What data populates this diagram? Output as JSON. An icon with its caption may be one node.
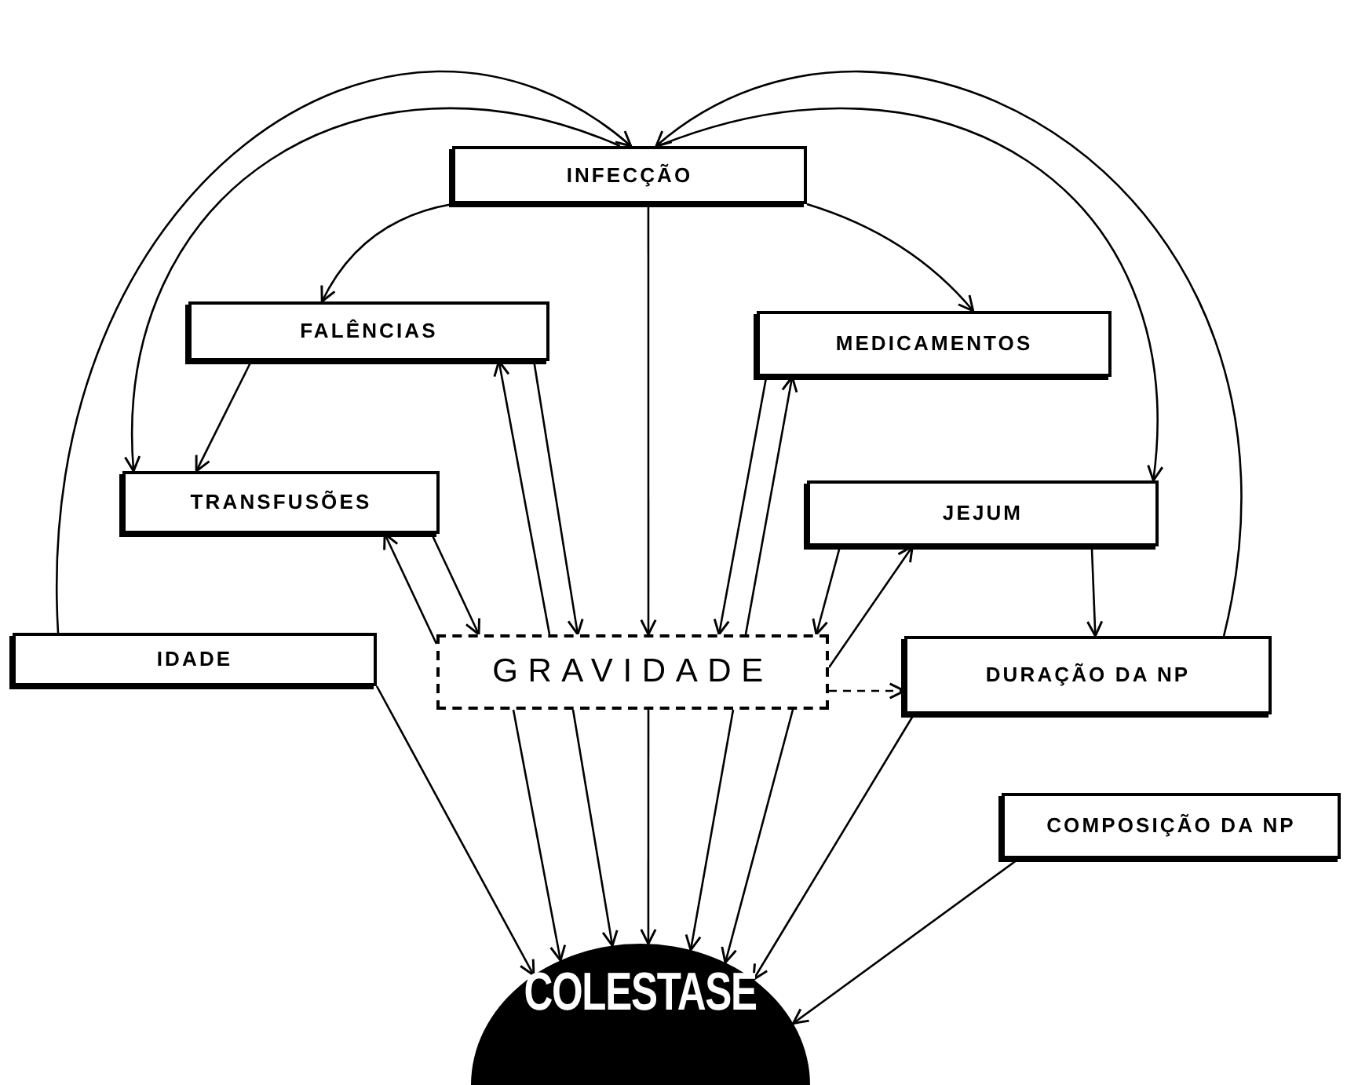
{
  "diagram": {
    "nodes": [
      {
        "text": [
          "INFECÇÃO"
        ]
      },
      {
        "text": [
          "FALÊNCIAS"
        ]
      },
      {
        "text": [
          "MEDICAMENTOS"
        ]
      },
      {
        "text": [
          "TRANSFUSÕES"
        ]
      },
      {
        "text": [
          "JEJUM"
        ]
      },
      {
        "text": [
          "IDADE"
        ]
      },
      {
        "text": [
          "GRAVIDADE"
        ]
      },
      {
        "text": [
          "DURAÇÃO DA NP"
        ]
      },
      {
        "text": [
          "COMPOSIÇÃO DA NP"
        ]
      },
      {
        "text": [
          "COLESTASE"
        ]
      }
    ],
    "edges": [
      {
        "from": 0,
        "to": 1,
        "arrow": "to"
      },
      {
        "from": 0,
        "to": 2,
        "arrow": "to"
      },
      {
        "from": 0,
        "to": 6,
        "arrow": "to"
      },
      {
        "from": 0,
        "to": 3,
        "arrow": "to"
      },
      {
        "from": 0,
        "to": 4,
        "arrow": "to"
      },
      {
        "from": 5,
        "to": 0,
        "arrow": "to"
      },
      {
        "from": 7,
        "to": 0,
        "arrow": "to"
      },
      {
        "from": 1,
        "to": 3,
        "arrow": "to"
      },
      {
        "from": 6,
        "to": 1,
        "arrow": "to"
      },
      {
        "from": 1,
        "to": 6,
        "arrow": "to"
      },
      {
        "from": 6,
        "to": 3,
        "arrow": "to"
      },
      {
        "from": 3,
        "to": 6,
        "arrow": "to"
      },
      {
        "from": 2,
        "to": 6,
        "arrow": "to"
      },
      {
        "from": 6,
        "to": 2,
        "arrow": "to"
      },
      {
        "from": 4,
        "to": 6,
        "arrow": "to"
      },
      {
        "from": 6,
        "to": 4,
        "arrow": "to"
      },
      {
        "from": 4,
        "to": 7,
        "arrow": "to"
      },
      {
        "from": 6,
        "to": 7,
        "arrow": "to",
        "style": "dashed"
      },
      {
        "from": 5,
        "to": 9,
        "arrow": "to"
      },
      {
        "from": 6,
        "to": 9,
        "arrow": "to"
      },
      {
        "from": 6,
        "to": 9,
        "arrow": "to"
      },
      {
        "from": 6,
        "to": 9,
        "arrow": "to"
      },
      {
        "from": 6,
        "to": 9,
        "arrow": "to"
      },
      {
        "from": 6,
        "to": 9,
        "arrow": "to"
      },
      {
        "from": 7,
        "to": 9,
        "arrow": "to"
      },
      {
        "from": 8,
        "to": 9,
        "arrow": "to"
      }
    ]
  }
}
